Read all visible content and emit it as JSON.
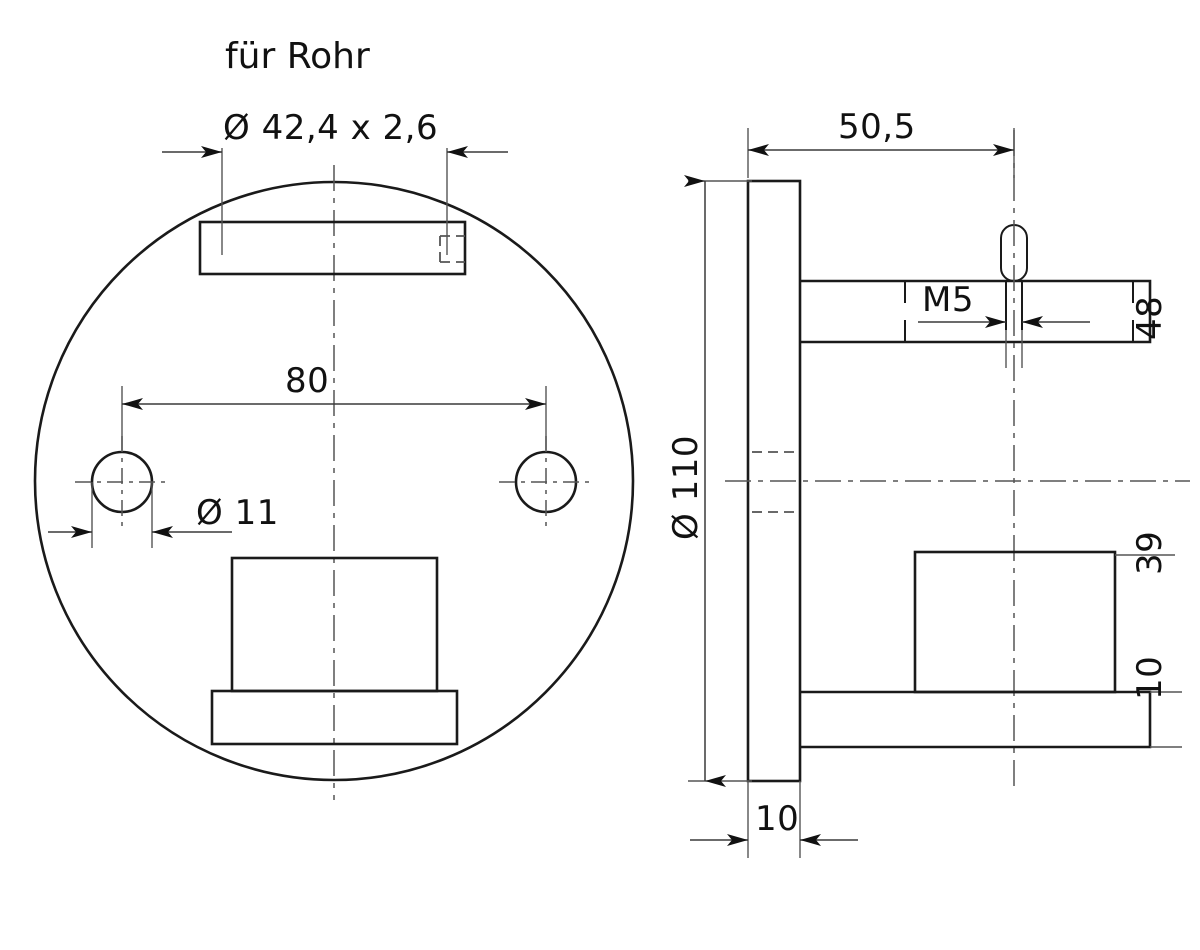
{
  "drawing": {
    "title_note": "für Rohr",
    "background_color": "#ffffff",
    "line_color": "#1a1a1a",
    "views": {
      "front": {
        "name": "front-view-circular-flange",
        "dimensions": {
          "tube_spec": "Ø 42,4 x 2,6",
          "bolt_spacing": "80",
          "bolt_hole_dia": "Ø 11"
        }
      },
      "side": {
        "name": "side-view-section",
        "dimensions": {
          "arm_length": "50,5",
          "flange_dia": "Ø 110",
          "plate_thickness": "10",
          "thread": "M5",
          "arm_offset": "48",
          "saddle_height": "39",
          "saddle_base": "10"
        }
      }
    },
    "labels": {
      "tube_spec": "Ø 42,4 x 2,6",
      "bolt_spacing": "80",
      "bolt_hole_dia": "Ø 11",
      "arm_length": "50,5",
      "flange_dia": "Ø 110",
      "plate_thickness": "10",
      "thread": "M5",
      "arm_offset": "48",
      "saddle_height": "39",
      "saddle_base": "10",
      "title_note": "für Rohr"
    }
  }
}
